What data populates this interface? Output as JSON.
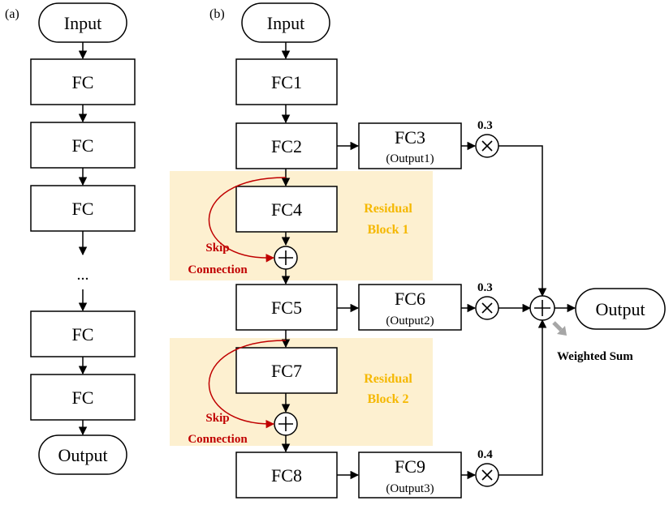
{
  "colors": {
    "residual_block_fill": "#fdf0d0",
    "residual_label": "#f5b800",
    "skip_connection": "#c00000",
    "weighted_sum_arrow": "#a6a6a6"
  },
  "panel_a": {
    "tag": "(a)",
    "input_label": "Input",
    "layers": [
      "FC",
      "FC",
      "FC"
    ],
    "ellipsis": "...",
    "tail_layers": [
      "FC",
      "FC"
    ],
    "output_label": "Output"
  },
  "panel_b": {
    "tag": "(b)",
    "input_label": "Input",
    "fc1": "FC1",
    "fc2": "FC2",
    "fc3": {
      "label": "FC3",
      "sub": "(Output1)"
    },
    "fc4": "FC4",
    "fc5": "FC5",
    "fc6": {
      "label": "FC6",
      "sub": "(Output2)"
    },
    "fc7": "FC7",
    "fc8": "FC8",
    "fc9": {
      "label": "FC9",
      "sub": "(Output3)"
    },
    "residual_block_1": {
      "line1": "Residual",
      "line2": "Block 1"
    },
    "residual_block_2": {
      "line1": "Residual",
      "line2": "Block 2"
    },
    "skip_connection_1": {
      "line1": "Skip",
      "line2": "Connection"
    },
    "skip_connection_2": {
      "line1": "Skip",
      "line2": "Connection"
    },
    "weights": [
      "0.3",
      "0.3",
      "0.4"
    ],
    "weighted_sum_label": "Weighted Sum",
    "output_label": "Output"
  }
}
